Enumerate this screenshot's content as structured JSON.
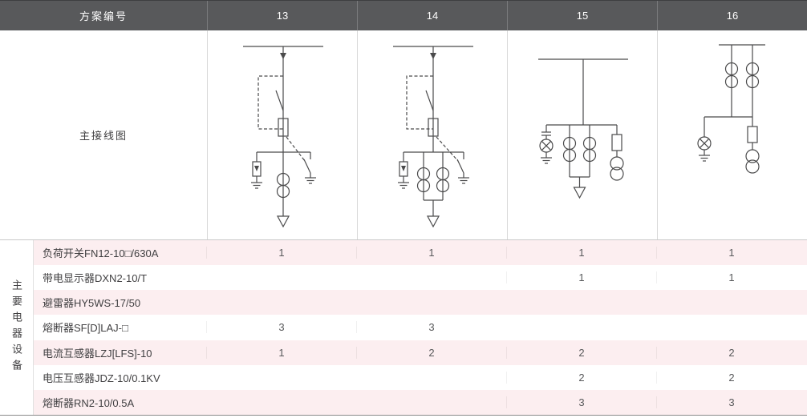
{
  "header": {
    "scheme_label": "方案编号",
    "columns": [
      "13",
      "14",
      "15",
      "16"
    ]
  },
  "diagram_row": {
    "label": "主接线图"
  },
  "side_label": "主要电器设备",
  "equipment": [
    {
      "name": "负荷开关FN12-10□/630A",
      "values": [
        "1",
        "1",
        "1",
        "1"
      ]
    },
    {
      "name": "带电显示器DXN2-10/T",
      "values": [
        "",
        "",
        "1",
        "1"
      ]
    },
    {
      "name": "避雷器HY5WS-17/50",
      "values": [
        "",
        "",
        "",
        ""
      ]
    },
    {
      "name": "熔断器SF[D]LAJ-□",
      "values": [
        "3",
        "3",
        "",
        ""
      ]
    },
    {
      "name": "电流互感器LZJ[LFS]-10",
      "values": [
        "1",
        "2",
        "2",
        "2"
      ]
    },
    {
      "name": "电压互感器JDZ-10/0.1KV",
      "values": [
        "",
        "",
        "2",
        "2"
      ]
    },
    {
      "name": "熔断器RN2-10/0.5A",
      "values": [
        "",
        "",
        "3",
        "3"
      ]
    }
  ],
  "colors": {
    "header_bg": "#58595b",
    "stripe_pink": "#fceef0",
    "text": "#414042",
    "diagram_stroke": "#4a4a4b"
  }
}
